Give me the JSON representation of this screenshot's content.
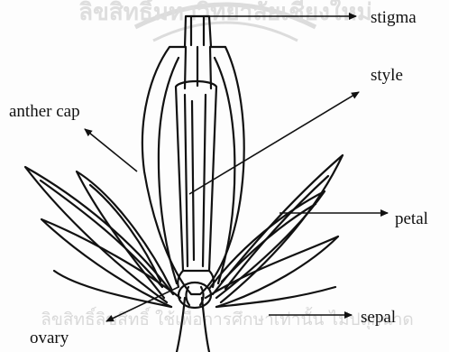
{
  "labels": {
    "stigma": "stigma",
    "style": "style",
    "anther_cap": "anther cap",
    "petal": "petal",
    "sepal": "sepal",
    "ovary": "ovary"
  },
  "watermark": {
    "top_text": "ลิขสิทธิ์มหาวิทยาลัยเชียงใหม่",
    "bottom_text": "ลิขสิทธิ์ลิขสิทธิ์ ใช้เพื่อการศึกษาเท่านั้น ไม่ปลุกฉาด"
  },
  "colors": {
    "ink": "#111111",
    "watermark": "#d9d9d9"
  }
}
